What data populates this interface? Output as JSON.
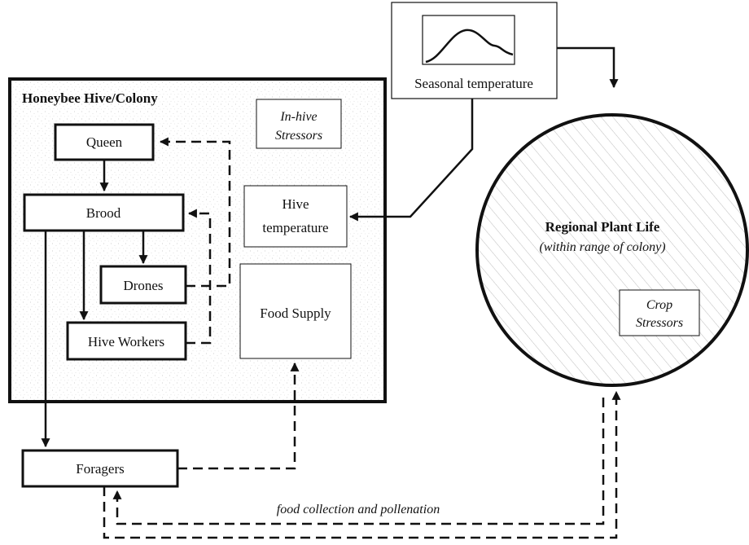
{
  "hive": {
    "title": "Honeybee Hive/Colony",
    "in_hive_stressors": [
      "In-hive",
      "Stressors"
    ]
  },
  "nodes": {
    "queen": "Queen",
    "brood": "Brood",
    "drones": "Drones",
    "hive_workers": "Hive Workers",
    "hive_temperature": [
      "Hive",
      "temperature"
    ],
    "food_supply": "Food Supply",
    "foragers": "Foragers",
    "seasonal_temperature": "Seasonal temperature"
  },
  "plants": {
    "title": "Regional Plant Life",
    "subtitle": "(within range of colony)",
    "crop_stressors": [
      "Crop",
      "Stressors"
    ]
  },
  "edge_label": "food collection and pollenation",
  "colors": {
    "line": "#111111",
    "hatch": "#bdbdbd",
    "stipple": "#b5b5b5"
  }
}
